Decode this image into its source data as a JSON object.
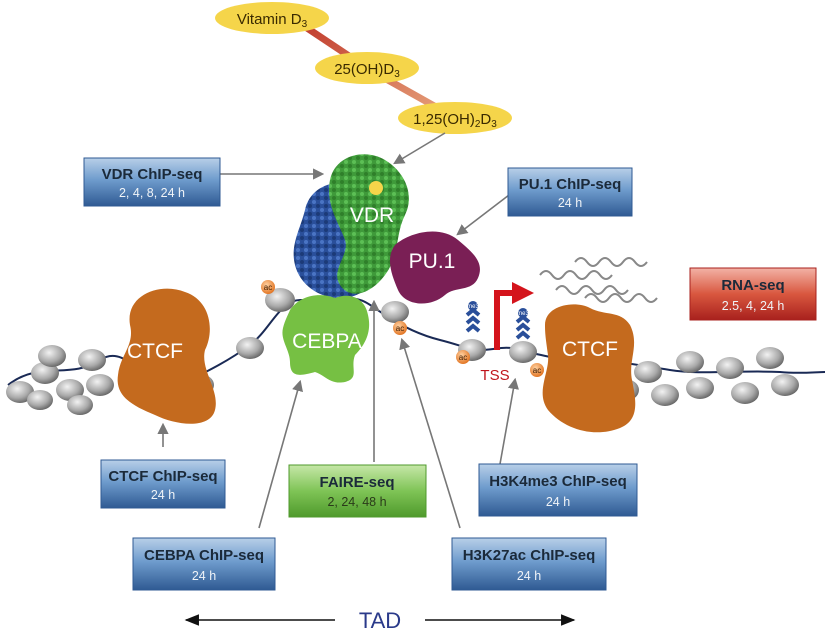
{
  "vitamin": {
    "d3": "Vitamin D",
    "d3_sub": "3",
    "oh25": "25(OH)D",
    "oh25_sub": "3",
    "oh125": "1,25(OH)",
    "oh125_mid": "2",
    "oh125_tail": "D",
    "oh125_sub": "3"
  },
  "proteins": {
    "vdr": "VDR",
    "pu1": "PU.1",
    "cebpa": "CEBPA",
    "ctcf_left": "CTCF",
    "ctcf_right": "CTCF"
  },
  "marks": {
    "ac": "ac",
    "me3": "me3",
    "tss": "TSS"
  },
  "boxes": {
    "vdr_chip": {
      "title": "VDR ChIP-seq",
      "sub": "2, 4, 8, 24 h"
    },
    "pu1_chip": {
      "title": "PU.1 ChIP-seq",
      "sub": "24 h"
    },
    "rna_seq": {
      "title": "RNA-seq",
      "sub": "2.5, 4, 24 h"
    },
    "ctcf_chip": {
      "title": "CTCF ChIP-seq",
      "sub": "24 h"
    },
    "faire_seq": {
      "title": "FAIRE-seq",
      "sub": "2, 24, 48 h"
    },
    "h3k4me3_chip": {
      "title": "H3K4me3 ChIP-seq",
      "sub": "24 h"
    },
    "cebpa_chip": {
      "title": "CEBPA ChIP-seq",
      "sub": "24 h"
    },
    "h3k27ac_chip": {
      "title": "H3K27ac ChIP-seq",
      "sub": "24 h"
    }
  },
  "tad": "TAD",
  "colors": {
    "pill": "#f5d54a",
    "vdr_green": "#3f9a3a",
    "vdr_blue": "#2a4f9a",
    "pu1": "#7a1f55",
    "cebpa": "#76c043",
    "ctcf": "#c46a1e",
    "box_blue": "#5a88bd",
    "box_green": "#6fbd4c",
    "box_red": "#c9403a",
    "tss_red": "#d4141c",
    "arrow": "#777777"
  }
}
